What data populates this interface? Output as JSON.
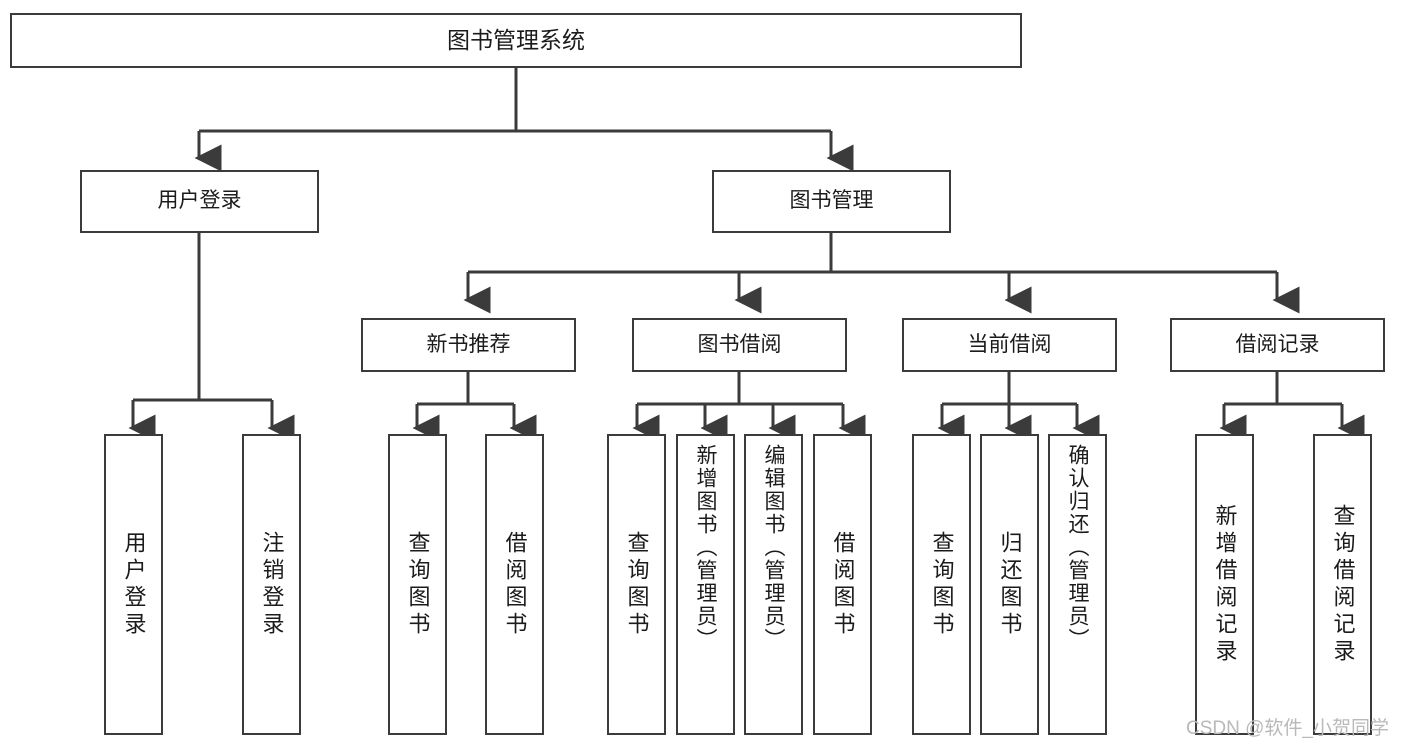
{
  "diagram": {
    "type": "tree-hierarchy",
    "title": "图书管理系统",
    "watermark": "CSDN @软件_小贺同学",
    "colors": {
      "box_border": "#3b3b3b",
      "box_fill": "#ffffff",
      "connector": "#3b3b3b",
      "text": "#1b1b1b",
      "watermark": "#b9b9b9"
    },
    "levels": {
      "level0": [
        "图书管理系统"
      ],
      "level1": [
        "用户登录",
        "图书管理"
      ],
      "level2": [
        "新书推荐",
        "图书借阅",
        "当前借阅",
        "借阅记录"
      ],
      "level3": [
        "用户登录",
        "注销登录",
        "查询图书",
        "借阅图书",
        "查询图书",
        "新增图书（管理员）",
        "编辑图书（管理员）",
        "借阅图书",
        "查询图书",
        "归还图书",
        "确认归还（管理员）",
        "新增借阅记录",
        "查询借阅记录"
      ]
    },
    "nodes": {
      "root": {
        "label": "图书管理系统"
      },
      "user_login": {
        "label": "用户登录"
      },
      "book_manage": {
        "label": "图书管理"
      },
      "new_book_rec": {
        "label": "新书推荐"
      },
      "book_borrow": {
        "label": "图书借阅"
      },
      "current_borrow": {
        "label": "当前借阅"
      },
      "borrow_record": {
        "label": "借阅记录"
      },
      "leaf_user_login": {
        "label": "用户登录"
      },
      "leaf_logout": {
        "label": "注销登录"
      },
      "leaf_query_book_1": {
        "label": "查询图书"
      },
      "leaf_borrow_book_1": {
        "label": "借阅图书"
      },
      "leaf_query_book_2": {
        "label": "查询图书"
      },
      "leaf_add_book": {
        "label": "新增图书（管理员）"
      },
      "leaf_edit_book": {
        "label": "编辑图书（管理员）"
      },
      "leaf_borrow_book_2": {
        "label": "借阅图书"
      },
      "leaf_query_book_3": {
        "label": "查询图书"
      },
      "leaf_return_book": {
        "label": "归还图书"
      },
      "leaf_confirm_return": {
        "label": "确认归还（管理员）"
      },
      "leaf_add_record": {
        "label": "新增借阅记录"
      },
      "leaf_query_record": {
        "label": "查询借阅记录"
      }
    },
    "edges": [
      {
        "from": "root",
        "to": "user_login"
      },
      {
        "from": "root",
        "to": "book_manage"
      },
      {
        "from": "user_login",
        "to": "leaf_user_login"
      },
      {
        "from": "user_login",
        "to": "leaf_logout"
      },
      {
        "from": "book_manage",
        "to": "new_book_rec"
      },
      {
        "from": "book_manage",
        "to": "book_borrow"
      },
      {
        "from": "book_manage",
        "to": "current_borrow"
      },
      {
        "from": "book_manage",
        "to": "borrow_record"
      },
      {
        "from": "new_book_rec",
        "to": "leaf_query_book_1"
      },
      {
        "from": "new_book_rec",
        "to": "leaf_borrow_book_1"
      },
      {
        "from": "book_borrow",
        "to": "leaf_query_book_2"
      },
      {
        "from": "book_borrow",
        "to": "leaf_add_book"
      },
      {
        "from": "book_borrow",
        "to": "leaf_edit_book"
      },
      {
        "from": "book_borrow",
        "to": "leaf_borrow_book_2"
      },
      {
        "from": "current_borrow",
        "to": "leaf_query_book_3"
      },
      {
        "from": "current_borrow",
        "to": "leaf_return_book"
      },
      {
        "from": "current_borrow",
        "to": "leaf_confirm_return"
      },
      {
        "from": "borrow_record",
        "to": "leaf_add_record"
      },
      {
        "from": "borrow_record",
        "to": "leaf_query_record"
      }
    ]
  }
}
